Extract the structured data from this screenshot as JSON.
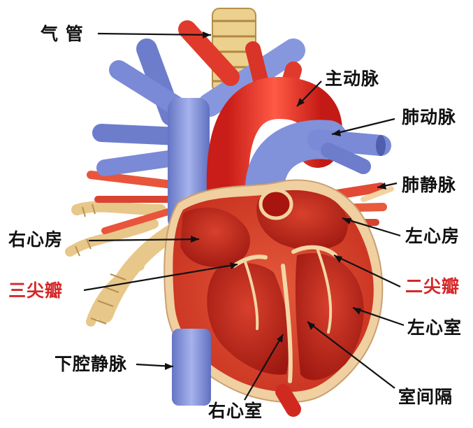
{
  "labels": {
    "trachea": "气 管",
    "aorta": "主动脉",
    "pulmonary_artery": "肺动脉",
    "pulmonary_vein": "肺静脉",
    "right_atrium": "右心房",
    "left_atrium": "左心房",
    "tricuspid_valve": "三尖瓣",
    "mitral_valve": "二尖瓣",
    "left_ventricle": "左心室",
    "inferior_vena_cava": "下腔静脉",
    "septum": "室间隔",
    "right_ventricle": "右心室"
  },
  "colors": {
    "text": "#111111",
    "valve_label": "#d62828",
    "vein_blue": "#7f8fd6",
    "artery_red": "#e0302a",
    "muscle": "#c8281c",
    "chamber": "#b31d12",
    "fat_yellow": "#f2d79a",
    "trachea": "#eed497"
  }
}
